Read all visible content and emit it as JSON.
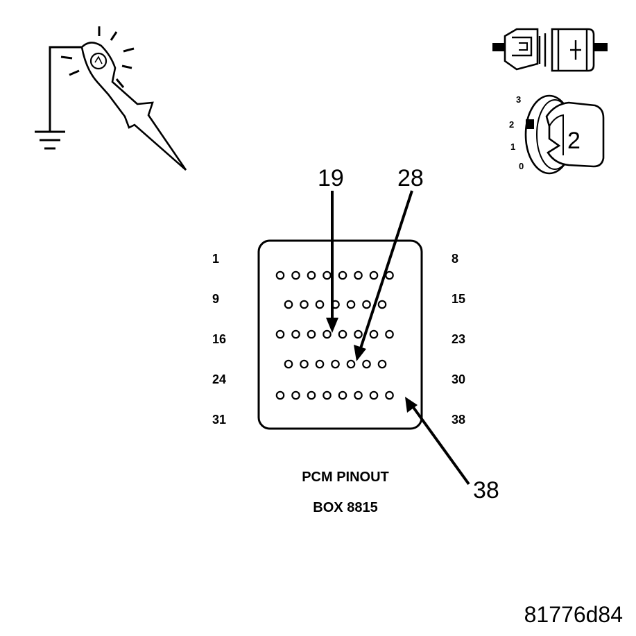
{
  "diagram": {
    "caption_line1": "PCM PINOUT",
    "caption_line2": "BOX 8815",
    "figure_id": "81776d84",
    "row_labels_left": [
      "1",
      "9",
      "16",
      "24",
      "31"
    ],
    "row_labels_right": [
      "8",
      "15",
      "23",
      "30",
      "38"
    ],
    "callouts": {
      "pin_19": "19",
      "pin_28": "28",
      "pin_38": "38"
    },
    "ignition_key": {
      "position": "2",
      "dial_marks": [
        "3",
        "2",
        "1",
        "0"
      ]
    },
    "icons": [
      "grounded-test-light-icon",
      "disconnected-connector-icon",
      "ignition-key-icon",
      "ground-symbol-icon"
    ],
    "connector_rows": [
      8,
      7,
      8,
      7,
      8
    ]
  }
}
